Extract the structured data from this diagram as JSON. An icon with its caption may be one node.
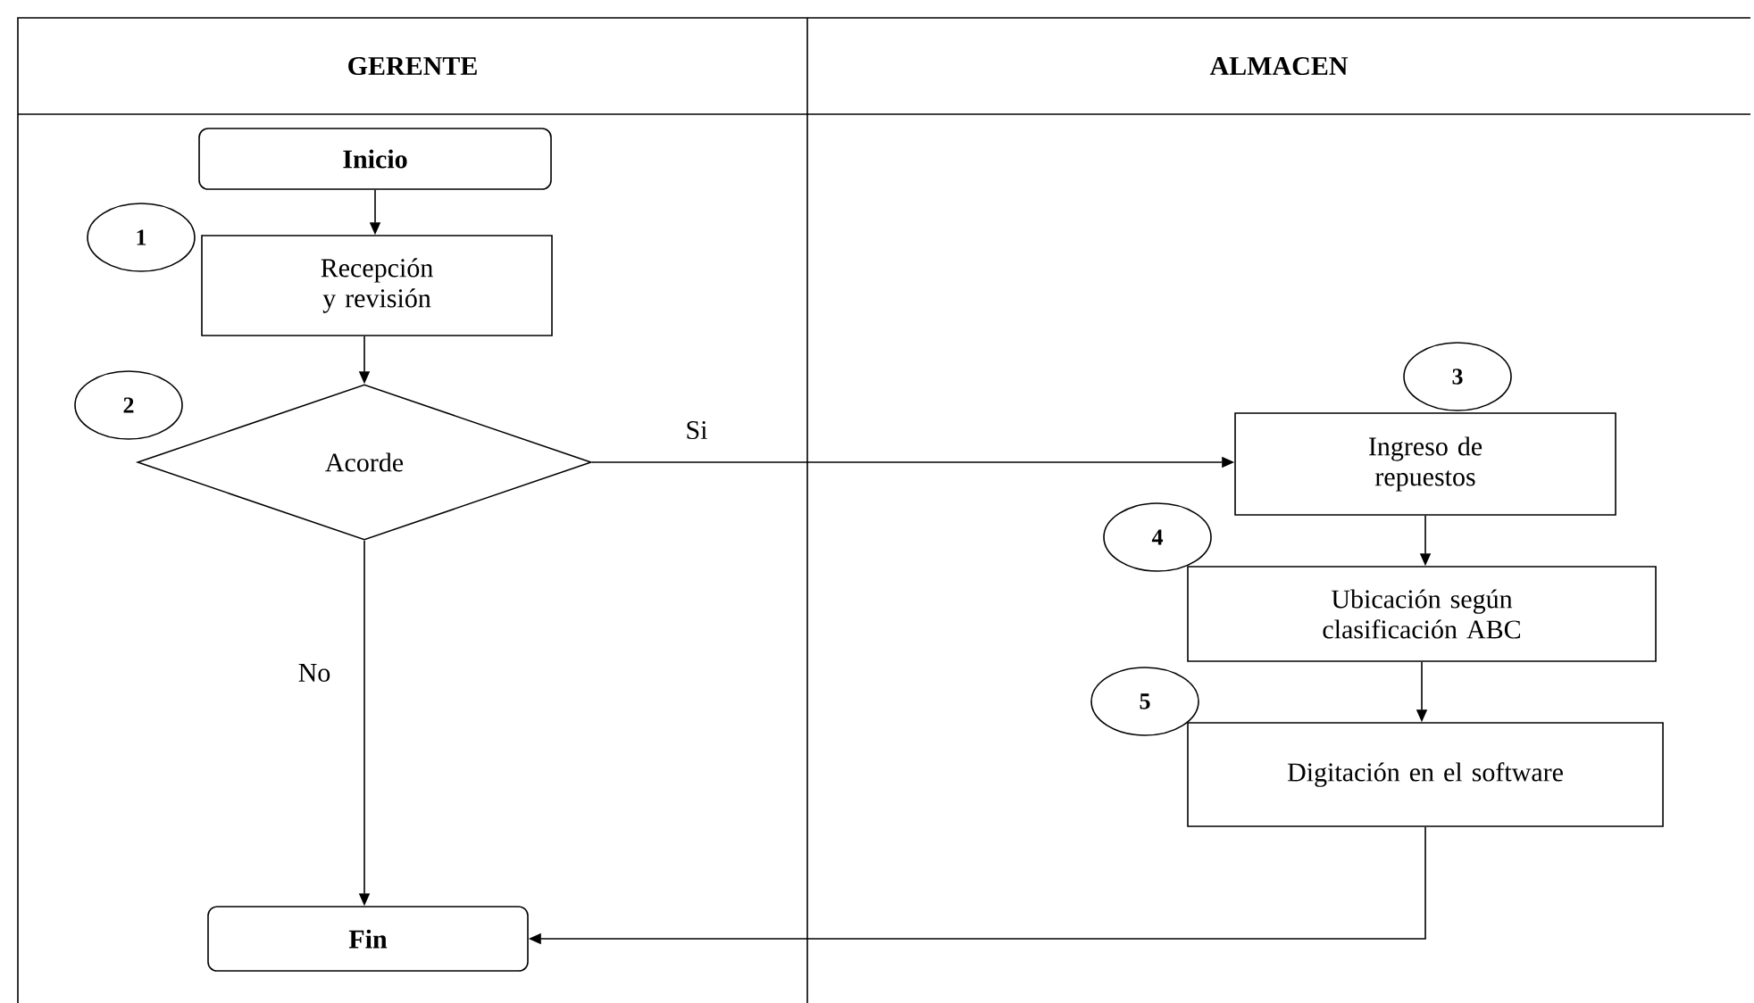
{
  "diagram": {
    "nodes": [
      {
        "text": [
          "GERENTE"
        ]
      },
      {
        "text": [
          "ALMACEN"
        ]
      },
      {
        "text": [
          "Inicio"
        ]
      },
      {
        "text": [
          "1"
        ]
      },
      {
        "text": [
          "Recepción y revisión"
        ]
      },
      {
        "text": [
          "2"
        ]
      },
      {
        "text": [
          "Acorde"
        ]
      },
      {
        "text": [
          "3"
        ]
      },
      {
        "text": [
          "Ingreso de repuestos"
        ]
      },
      {
        "text": [
          "4"
        ]
      },
      {
        "text": [
          "Ubicación según clasificación ABC"
        ]
      },
      {
        "text": [
          "5"
        ]
      },
      {
        "text": [
          "Digitación en el software"
        ]
      },
      {
        "text": [
          "Fin"
        ]
      }
    ],
    "edges": [
      {
        "from": 2,
        "to": 4,
        "arrow": "to"
      },
      {
        "from": 4,
        "to": 6,
        "arrow": "to"
      },
      {
        "from": 6,
        "to": 8,
        "arrow": "to",
        "label": "Si"
      },
      {
        "from": 8,
        "to": 10,
        "arrow": "to"
      },
      {
        "from": 10,
        "to": 12,
        "arrow": "to"
      },
      {
        "from": 6,
        "to": 13,
        "arrow": "to",
        "label": "No"
      },
      {
        "from": 12,
        "to": 13,
        "arrow": "to"
      }
    ]
  }
}
